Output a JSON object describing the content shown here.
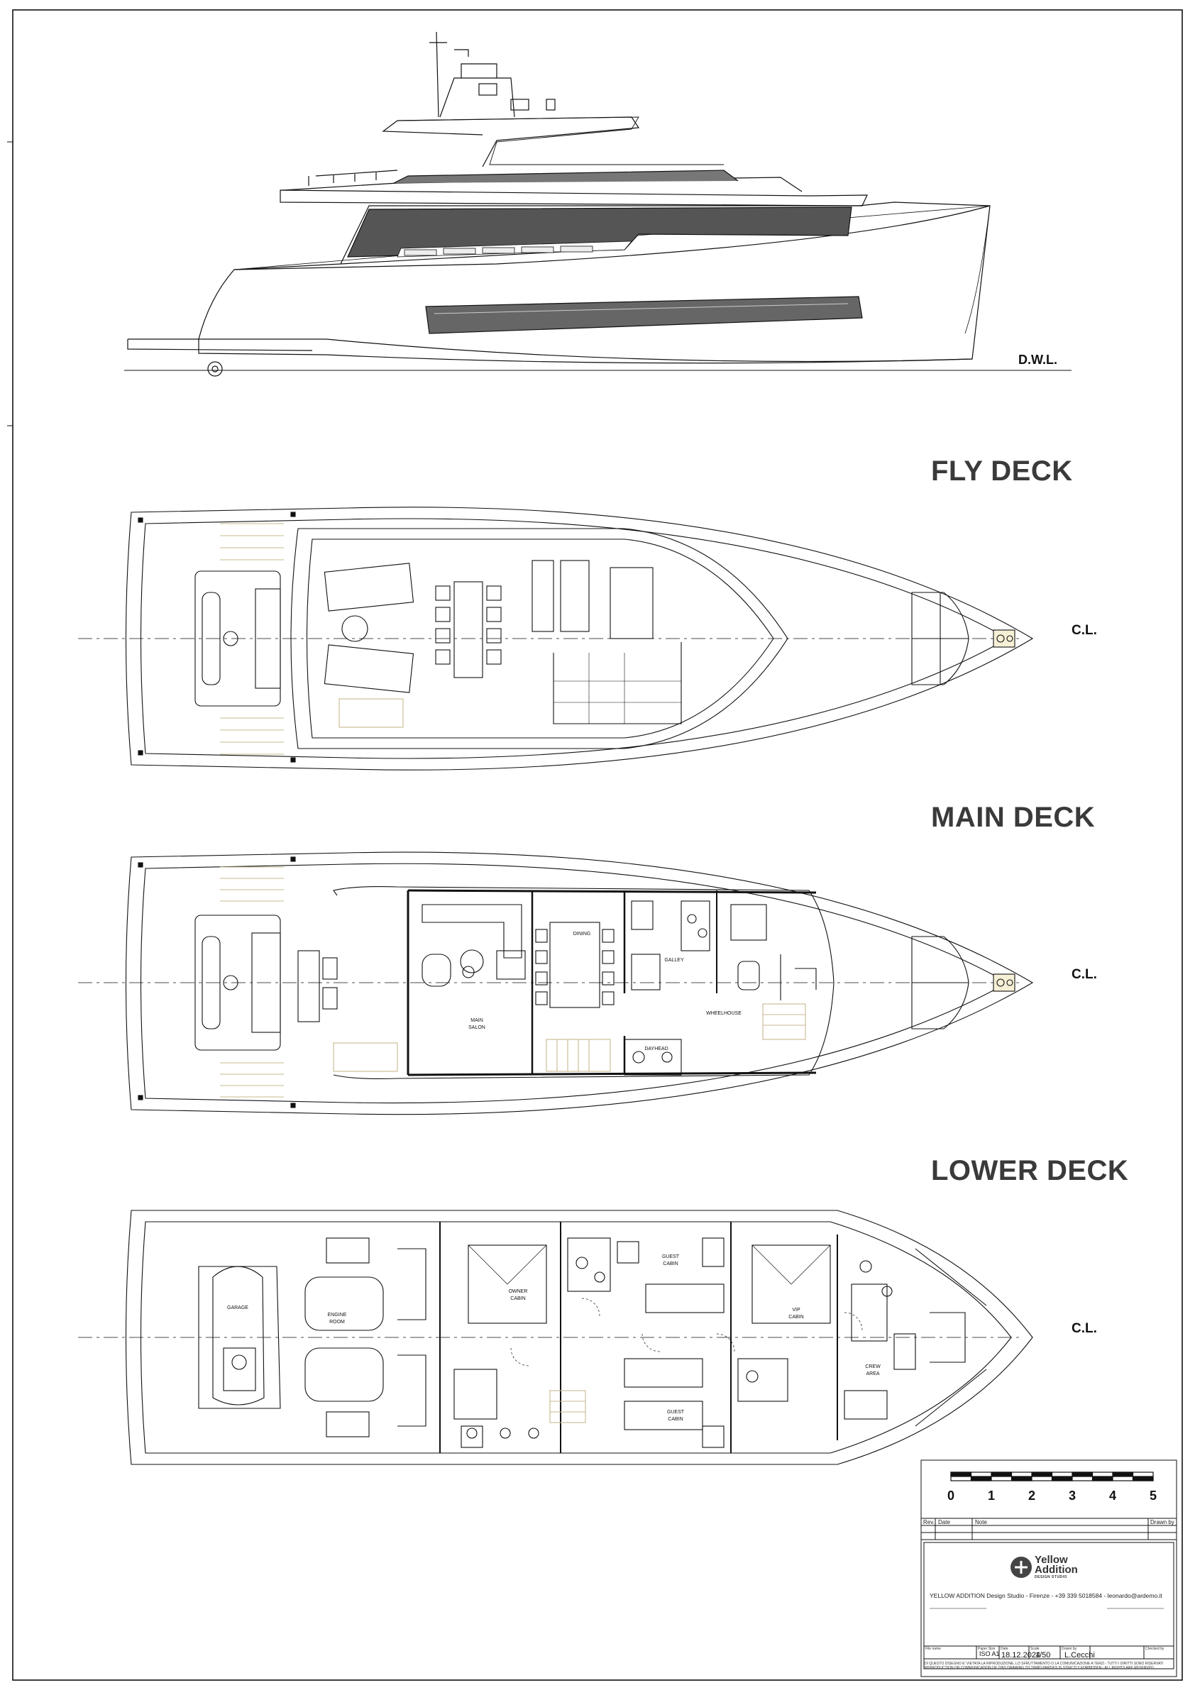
{
  "drawing": {
    "profile_label": "D.W.L.",
    "centerline_label": "C.L."
  },
  "decks": {
    "fly": {
      "title": "FLY DECK"
    },
    "main": {
      "title": "MAIN DECK",
      "rooms": {
        "dining": "DINING",
        "galley": "GALLEY",
        "wheelhouse": "WHEELHOUSE",
        "main_salon_1": "MAIN",
        "main_salon_2": "SALON",
        "dayhead": "DAYHEAD"
      }
    },
    "lower": {
      "title": "LOWER DECK",
      "rooms": {
        "garage": "GARAGE",
        "engine_1": "ENGINE",
        "engine_2": "ROOM",
        "owner_1": "OWNER",
        "owner_2": "CABIN",
        "guest_top_1": "GUEST",
        "guest_top_2": "CABIN",
        "vip_1": "VIP",
        "vip_2": "CABIN",
        "crew_1": "CREW",
        "crew_2": "AREA",
        "guest_bottom_1": "GUEST",
        "guest_bottom_2": "CABIN"
      }
    }
  },
  "scale_bar": {
    "ticks": [
      "0",
      "1",
      "2",
      "3",
      "4",
      "5"
    ]
  },
  "title_block": {
    "rev_header": "Rev.",
    "date_header": "Date",
    "note_header": "Note",
    "drawn_by_header": "Drawn by",
    "logo_line1": "Yellow",
    "logo_line2": "Addition",
    "logo_sub": "DESIGN STUDIO",
    "studio_line": "YELLOW ADDITION Design Studio  -  Firenze  -  +39 339 5018584  -  leonardo@ardemo.it",
    "file_name_label": "File name",
    "paper_size_label": "Paper Size",
    "date_label": "Date",
    "scale_label": "Scale",
    "drawn_label": "Drawn by",
    "checked_label": "Checked by",
    "paper_size": "ISO A1",
    "date": "18.12.2024",
    "scale": "1/50",
    "drawn_by": "L.Cecchi",
    "disclaimer_it": "DI QUESTO DISEGNO E' VIETATA LA RIPRODUZIONE, LO SFRUTTAMENTO O LA COMUNICAZIONE A TERZI - TUTTI I DIRITTI SONO RISERVATI",
    "disclaimer_en": "REPRODUCTION OR COMMUNICATION OF THIS DRAWING TO THIRD PARTIES IS STRICTLY FORBIDDEN - ALL RIGHTS ARE RESERVED"
  }
}
